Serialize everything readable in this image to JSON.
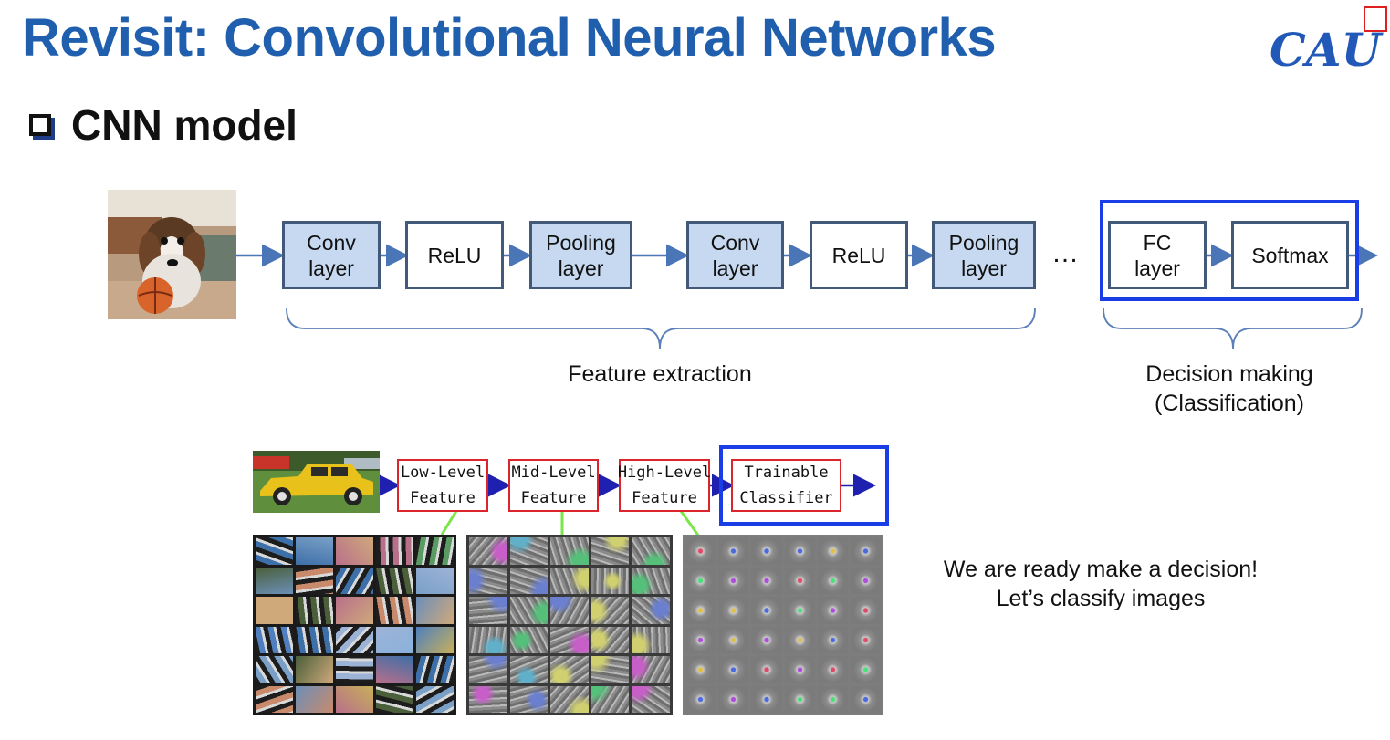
{
  "slide": {
    "title": "Revisit: Convolutional Neural Networks",
    "logo_text": "CAU",
    "bullet": "CNN model"
  },
  "cnn_pipeline": {
    "input_image": "beagle-photo",
    "layers": [
      {
        "line1": "Conv",
        "line2": "layer"
      },
      {
        "line1": "ReLU",
        "line2": ""
      },
      {
        "line1": "Pooling",
        "line2": "layer"
      },
      {
        "line1": "Conv",
        "line2": "layer"
      },
      {
        "line1": "ReLU",
        "line2": ""
      },
      {
        "line1": "Pooling",
        "line2": "layer"
      },
      {
        "line1": "FC",
        "line2": "layer"
      },
      {
        "line1": "Softmax",
        "line2": ""
      }
    ],
    "ellipsis": "…",
    "brace_feature": "Feature extraction",
    "brace_decision_line1": "Decision making",
    "brace_decision_line2": "(Classification)"
  },
  "feature_hierarchy": {
    "input_image": "yellow-car-photo",
    "stages": [
      {
        "line1": "Low-Level",
        "line2": "Feature"
      },
      {
        "line1": "Mid-Level",
        "line2": "Feature"
      },
      {
        "line1": "High-Level",
        "line2": "Feature"
      },
      {
        "line1": "Trainable",
        "line2": "Classifier"
      }
    ]
  },
  "note": {
    "line1": "We are ready make a decision!",
    "line2": "Let’s classify images"
  },
  "colors": {
    "title": "#1f5fae",
    "layer_fill": "#c6d9f0",
    "layer_border": "#43597a",
    "arrow": "#4a76b8",
    "highlight_frame": "#1a3ee6",
    "stage_border": "#d9252b",
    "stage_arrow": "#1f1fb0",
    "pointer": "#7ae64a"
  }
}
